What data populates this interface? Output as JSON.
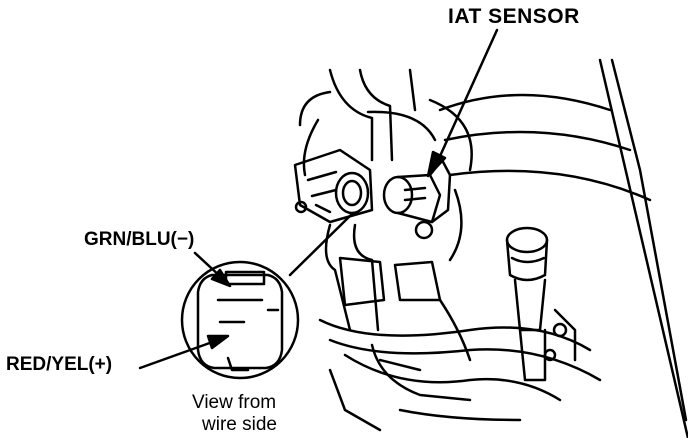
{
  "labels": {
    "iat_sensor": "IAT SENSOR",
    "grn_blu": "GRN/BLU(−)",
    "red_yel": "RED/YEL(+)"
  },
  "caption": {
    "line1": "View from",
    "line2": "wire side"
  }
}
